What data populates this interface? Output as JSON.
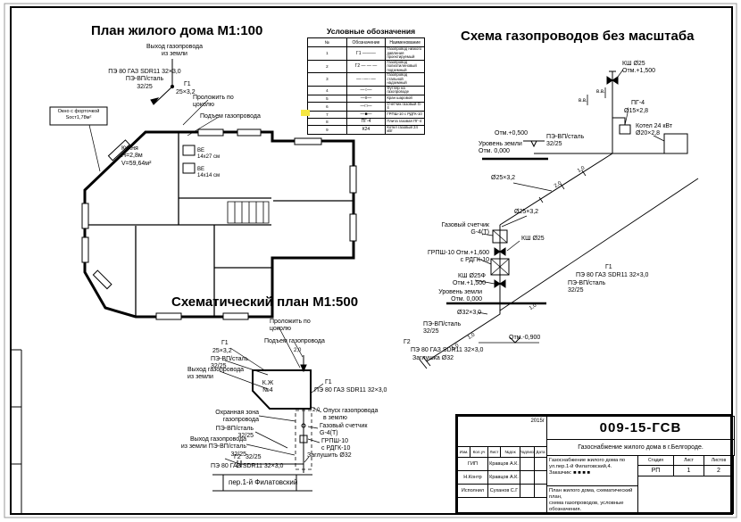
{
  "colors": {
    "line": "#000000",
    "paper": "#ffffff",
    "highlight": "#f5e642"
  },
  "titles": {
    "plan": "План жилого дома М1:100",
    "legend": "Условные обозначения",
    "scheme": "Схема газопроводов без масштаба",
    "schematic": "Схематический план М1:500"
  },
  "plan": {
    "labels": [
      "Выход газопровода\nиз земли",
      "ПЭ 80 ГАЗ SDR11 32×3,0\nПЭ-ВП/сталь\n32/25",
      "Г1",
      "25×3,2",
      "Проложить по\nцоколю",
      "Подъем газопровода",
      "Окно с форточкой\nSост1,78м²",
      "Кухня\nН=2,8м\nV=59,64м²",
      "ВЕ\n14х27 см",
      "ВЕ\n14х14 см"
    ]
  },
  "scheme": {
    "labels": [
      "КШ Ø25\nОтм.+1,500",
      "в.в.",
      "в.в.",
      "ПГ-4",
      "Ø15×2,8",
      "Котел 24 кВт\nØ20×2,8",
      "Отм.+0,500",
      "ПЭ-ВП/сталь\n32/25",
      "Уровень земли\nОтм. 0,000",
      "Ø25×3,2",
      "Ø25×3,2",
      "Газовый счетчик\nG-4(Т)",
      "КШ Ø25",
      "ГРПШ-10 Отм.+1,600\nс РДГК-10",
      "КШ Ø25Ф\nОтм.+1,500",
      "Уровень земли\nОтм. 0,000",
      "Г1",
      "ПЭ 80 ГАЗ SDR11 32×3,0",
      "ПЭ-ВП/сталь\n32/25",
      "Ø32×3,0",
      "ПЭ-ВП/сталь\n32/25",
      "Г2",
      "ПЭ 80 ГАЗ SDR11 32×3,0",
      "Отм.-0,900",
      "Заглушка Ø32"
    ],
    "dims": [
      "1,0",
      "2,0",
      "1,0",
      "1,0",
      "1,0"
    ]
  },
  "schematic": {
    "labels": [
      "Проложить по\nцоколю",
      "Подъем газопровода",
      "Г1",
      "25×3,2",
      "2,0",
      "ПЭ-ВП/сталь\n32/25",
      "Выход газопровода\nиз земли",
      "К.Ж\n№4",
      "Г1",
      "ПЭ 80 ГАЗ SDR11 32×3,0",
      "2,0",
      "Опуск газопровода\nв землю",
      "Охранная зона\nгазопровода",
      "Газовый счетчик\nG-4(Т)",
      "ПЭ-ВП/сталь\n32/25",
      "ГРПШ-10\nс РДГК-10",
      "Выход газопровода\nиз земли ПЭ-ВП/сталь\n32/25",
      "Г2",
      "32/25",
      "ПЭ 80 ГАЗ SDR11 32×3,0",
      "Заглушить Ø32",
      "пер.1-й Филатовский"
    ]
  },
  "legend": {
    "headers": [
      "№",
      "Обозначение",
      "Наименование"
    ],
    "rows": [
      {
        "n": "1",
        "sym": "Г1 ———",
        "name": "Газопровод низкого давления проектируемый"
      },
      {
        "n": "2",
        "sym": "Г2 ― ― ―",
        "name": "Газопровод полиэтиленовый подземный"
      },
      {
        "n": "3",
        "sym": "—··—··—",
        "name": "Газопровод стальной надземный"
      },
      {
        "n": "4",
        "sym": "—○—",
        "name": "Футляр на газопроводе"
      },
      {
        "n": "5",
        "sym": "—х—",
        "name": "Кран шаровой"
      },
      {
        "n": "6",
        "sym": "—□—",
        "name": "Счетчик газовый G-4"
      },
      {
        "n": "7",
        "sym": "—■—",
        "name": "ГРПШ-10 с РДГК-10"
      },
      {
        "n": "8",
        "sym": "ПГ-4",
        "name": "Плита газовая ПГ-4"
      },
      {
        "n": "9",
        "sym": "К24",
        "name": "Котел газовый 24 кВт"
      }
    ]
  },
  "titleblock": {
    "year": "2015г",
    "code": "009-15-ГСВ",
    "object": "Газоснабжение жилого дома  в г.Белгороде.",
    "cols": [
      "Изм.",
      "Кол.уч",
      "Лист",
      "№док",
      "Подпись",
      "Дата"
    ],
    "project": "Газоснабжение жилого дома по\nул.пер.1-й Филатовский,4.\nЗаказчик: ■ ■ ■ ■",
    "sheet_desc": "План  жилого дома, схематический план,\nсхема газопроводов, условные обозначения.",
    "stage_headers": [
      "Стадия",
      "Лист",
      "Листов"
    ],
    "stage_values": [
      "РП",
      "1",
      "2"
    ],
    "roles": [
      {
        "role": "ГИП",
        "name": "Кравцов А.К."
      },
      {
        "role": "Н.Контр",
        "name": "Кравцов А.К."
      },
      {
        "role": "Исполнил",
        "name": "Суханов С.Г"
      }
    ]
  }
}
